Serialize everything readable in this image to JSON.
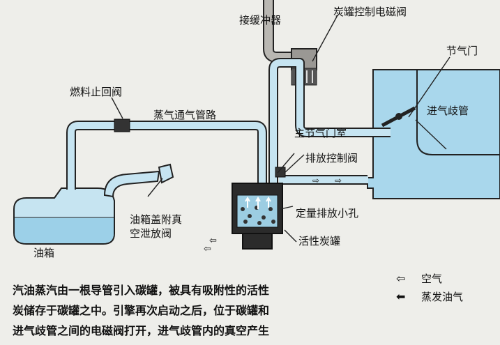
{
  "labels": {
    "buffer": "接缓冲器",
    "canister_solenoid": "炭罐控制电磁阀",
    "throttle": "节气门",
    "intake_manifold": "进气歧管",
    "fuel_check_valve": "燃料止回阀",
    "vapor_line": "蒸气通气管路",
    "throttle_chamber": "主节气门室",
    "purge_valve": "排放控制阀",
    "metering_orifice": "定量排放小孔",
    "charcoal_canister": "活性炭罐",
    "filler_cap_line1": "油箱盖附真",
    "filler_cap_line2": "空泄放阀",
    "fuel_tank": "油箱"
  },
  "legend": {
    "air": "空气",
    "fuel_vapor": "蒸发油气"
  },
  "caption": {
    "line1": "汽油蒸汽由一根导管引入碳罐，被具有吸附性的活性",
    "line2": "炭储存于碳罐之中。引擎再次启动之后，位于碳罐和",
    "line3": "进气歧管之间的电磁阀打开，进气歧管内的真空产生"
  },
  "colors": {
    "pipe_fill": "#c6e4f1",
    "pipe_edge": "#222222",
    "fuel": "#9cd0e8",
    "manifold": "#a9d7ec"
  }
}
